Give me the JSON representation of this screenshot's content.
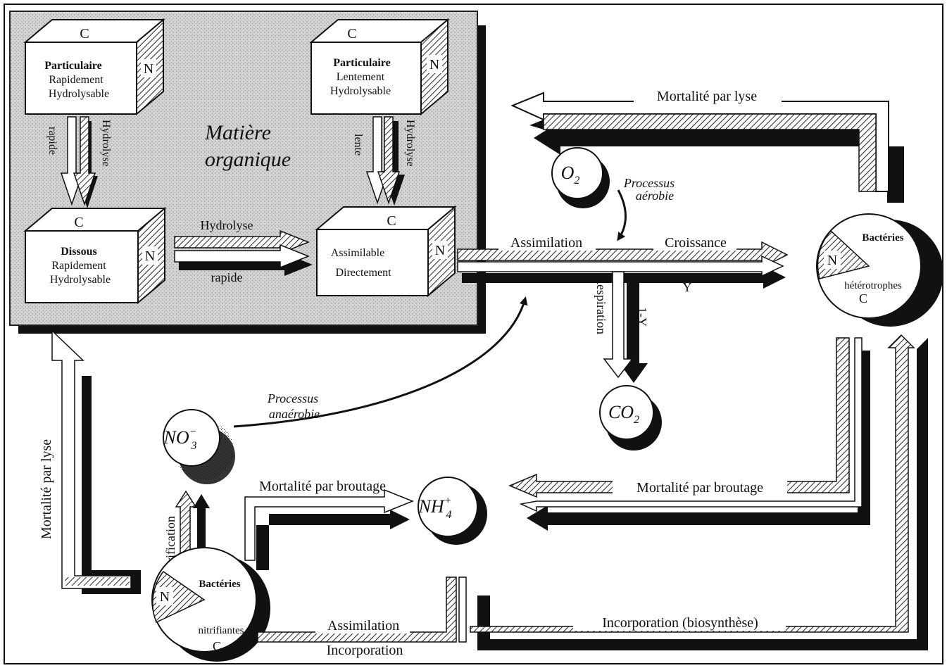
{
  "organic_matter": {
    "title_line1": "Matière",
    "title_line2": "organique",
    "box_particulate_fast": {
      "top_label": "C",
      "side_label": "N",
      "line1": "Particulaire",
      "line2": "Rapidement",
      "line3": "Hydrolysable"
    },
    "box_particulate_slow": {
      "top_label": "C",
      "side_label": "N",
      "line1": "Particulaire",
      "line2": "Lentement",
      "line3": "Hydrolysable"
    },
    "box_dissolved": {
      "top_label": "C",
      "side_label": "N",
      "line1": "Dissous",
      "line2": "Rapidement",
      "line3": "Hydrolysable"
    },
    "box_assimilable": {
      "top_label": "C",
      "side_label": "N",
      "line1": "Assimilable",
      "line2": "Directement"
    },
    "arrow_fast_speed": "rapide",
    "arrow_fast_process": "Hydrolyse",
    "arrow_slow_speed": "lente",
    "arrow_slow_process": "Hydrolyse",
    "arrow_horizontal_process": "Hydrolyse",
    "arrow_horizontal_speed": "rapide"
  },
  "flows": {
    "lysis_top": "Mortalité par lyse",
    "lysis_left": "Mortalité par lyse",
    "assimilation": "Assimilation",
    "growth": "Croissance",
    "yield": "Y",
    "respiration": "Respiration",
    "one_minus_yield": "1-Y",
    "aerobic_line1": "Processus",
    "aerobic_line2": "aérobie",
    "anaerobic_line1": "Processus",
    "anaerobic_line2": "anaérobie",
    "grazing_right": "Mortalité par broutage",
    "grazing_left": "Mortalité par broutage",
    "nitrification": "Nitrification",
    "assimilation_bottom": "Assimilation",
    "incorporation_bottom": "Incorporation",
    "biosynthesis": "Incorporation (biosynthèse)"
  },
  "species": {
    "o2_base": "O",
    "o2_sub": "2",
    "co2_base": "CO",
    "co2_sub": "2",
    "no3_base": "NO",
    "no3_sup": "−",
    "no3_sub": "3",
    "nh4_base": "NH",
    "nh4_sup": "+",
    "nh4_sub": "4"
  },
  "bacteria_heterotrophic": {
    "line1": "Bactéries",
    "line2": "hétérotrophes",
    "n_label": "N",
    "c_label": "C"
  },
  "bacteria_nitrifying": {
    "line1": "Bactéries",
    "line2": "nitrifiantes",
    "n_label": "N",
    "c_label": "C"
  }
}
